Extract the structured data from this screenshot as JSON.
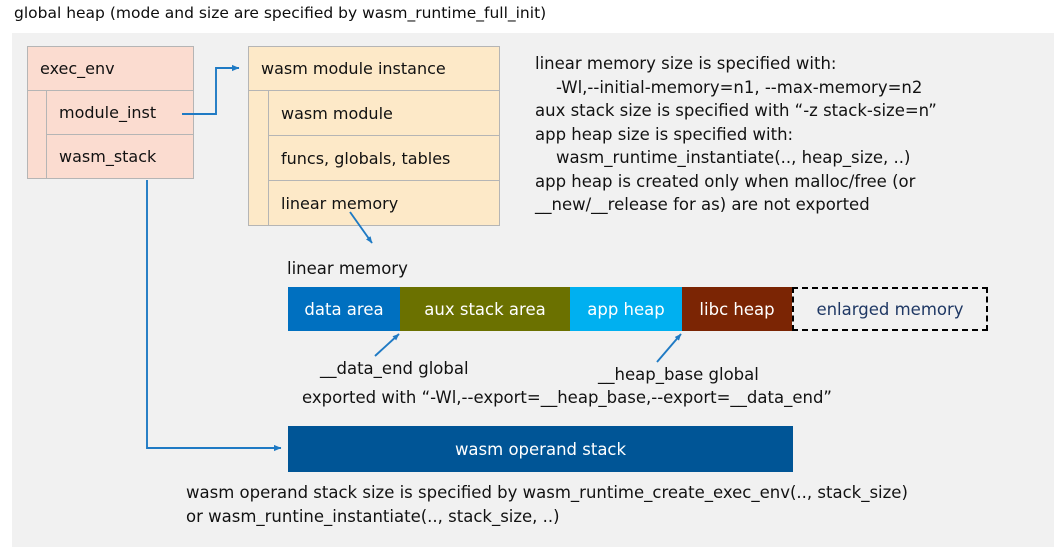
{
  "title": "global heap (mode and size are specified by wasm_runtime_full_init)",
  "colors": {
    "panel_bg": "#f1f1f1",
    "exec_env_fill": "#fbdcd0",
    "module_inst_fill": "#fde9c8",
    "box_border": "#b5b5b5",
    "connector": "#1f7ac4",
    "data_area": "#0070c0",
    "aux_stack_area": "#6b7100",
    "app_heap": "#00b0f0",
    "libc_heap": "#7b2504",
    "enlarged_memory_bg": "#f1f1f1",
    "enlarged_memory_text": "#1f3864",
    "operand_stack": "#005596",
    "text": "#121212"
  },
  "exec_env": {
    "header": "exec_env",
    "rows": [
      {
        "label": "module_inst"
      },
      {
        "label": "wasm_stack"
      }
    ]
  },
  "module_instance": {
    "header": "wasm module instance",
    "rows": [
      {
        "label": "wasm module"
      },
      {
        "label": "funcs, globals, tables"
      },
      {
        "label": "linear memory"
      }
    ]
  },
  "notes": {
    "right": "linear memory size is specified with:\n    -Wl,--initial-memory=n1, --max-memory=n2\naux stack size is specified with “-z stack-size=n”\napp heap size is specified with:\n    wasm_runtime_instantiate(.., heap_size, ..)\napp heap is created only when malloc/free (or\n__new/__release for as) are not exported",
    "bottom": "wasm operand stack size is specified by wasm_runtime_create_exec_env(.., stack_size)\nor wasm_runtine_instantiate(.., stack_size, ..)"
  },
  "linear_memory": {
    "caption": "linear memory",
    "segments": [
      {
        "label": "data area",
        "color": "#0070c0",
        "width": 112
      },
      {
        "label": "aux stack area",
        "color": "#6b7100",
        "width": 170
      },
      {
        "label": "app heap",
        "color": "#00b0f0",
        "width": 112
      },
      {
        "label": "libc heap",
        "color": "#7b2504",
        "width": 110
      },
      {
        "label": "enlarged memory",
        "color": "#f1f1f1",
        "width": 196
      }
    ],
    "annotations": {
      "data_end": "__data_end global",
      "heap_base": "__heap_base global",
      "exported": "exported with “-Wl,--export=__heap_base,--export=__data_end”"
    }
  },
  "operand_stack": {
    "label": "wasm operand stack"
  }
}
